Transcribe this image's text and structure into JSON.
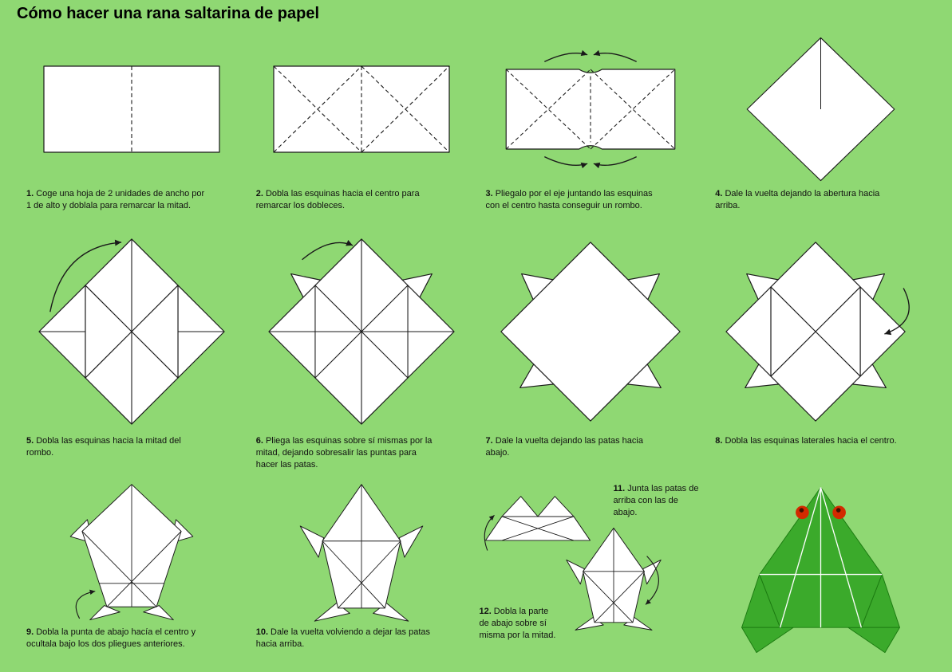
{
  "page": {
    "title": "Cómo hacer una rana saltarina de papel",
    "background": "#8FD873"
  },
  "colors": {
    "paper": "#FFFFFF",
    "line": "#1A1A1A",
    "frog_green": "#3BAA2B",
    "frog_outline": "#1B7A10",
    "eye_red": "#D22A00",
    "eye_dot": "#401000"
  },
  "steps": [
    {
      "number": "1.",
      "text": "Coge una hoja de 2 unidades de ancho por 1 de alto y doblala para remarcar la mitad."
    },
    {
      "number": "2.",
      "text": "Dobla las esquinas hacia el centro para remarcar los dobleces."
    },
    {
      "number": "3.",
      "text": "Pliegalo por el eje juntando las esquinas con el centro hasta conseguir un rombo."
    },
    {
      "number": "4.",
      "text": "Dale la vuelta dejando la abertura hacia arriba."
    },
    {
      "number": "5.",
      "text": "Dobla las esquinas hacia la mitad del rombo."
    },
    {
      "number": "6.",
      "text": "Pliega las esquinas sobre sí mismas por la mitad, dejando sobresalir las puntas para hacer las patas."
    },
    {
      "number": "7.",
      "text": "Dale la vuelta dejando las patas hacia abajo."
    },
    {
      "number": "8.",
      "text": "Dobla las esquinas laterales hacia el centro."
    },
    {
      "number": "9.",
      "text": "Dobla la punta de abajo hacía el centro y ocultala bajo los dos pliegues anteriores."
    },
    {
      "number": "10.",
      "text": "Dale la vuelta volviendo a dejar las patas hacia arriba."
    },
    {
      "number": "11.",
      "text": "Junta las patas de arriba con las de abajo."
    },
    {
      "number": "12.",
      "text": "Dobla la parte de abajo sobre sí misma por la mitad."
    }
  ]
}
